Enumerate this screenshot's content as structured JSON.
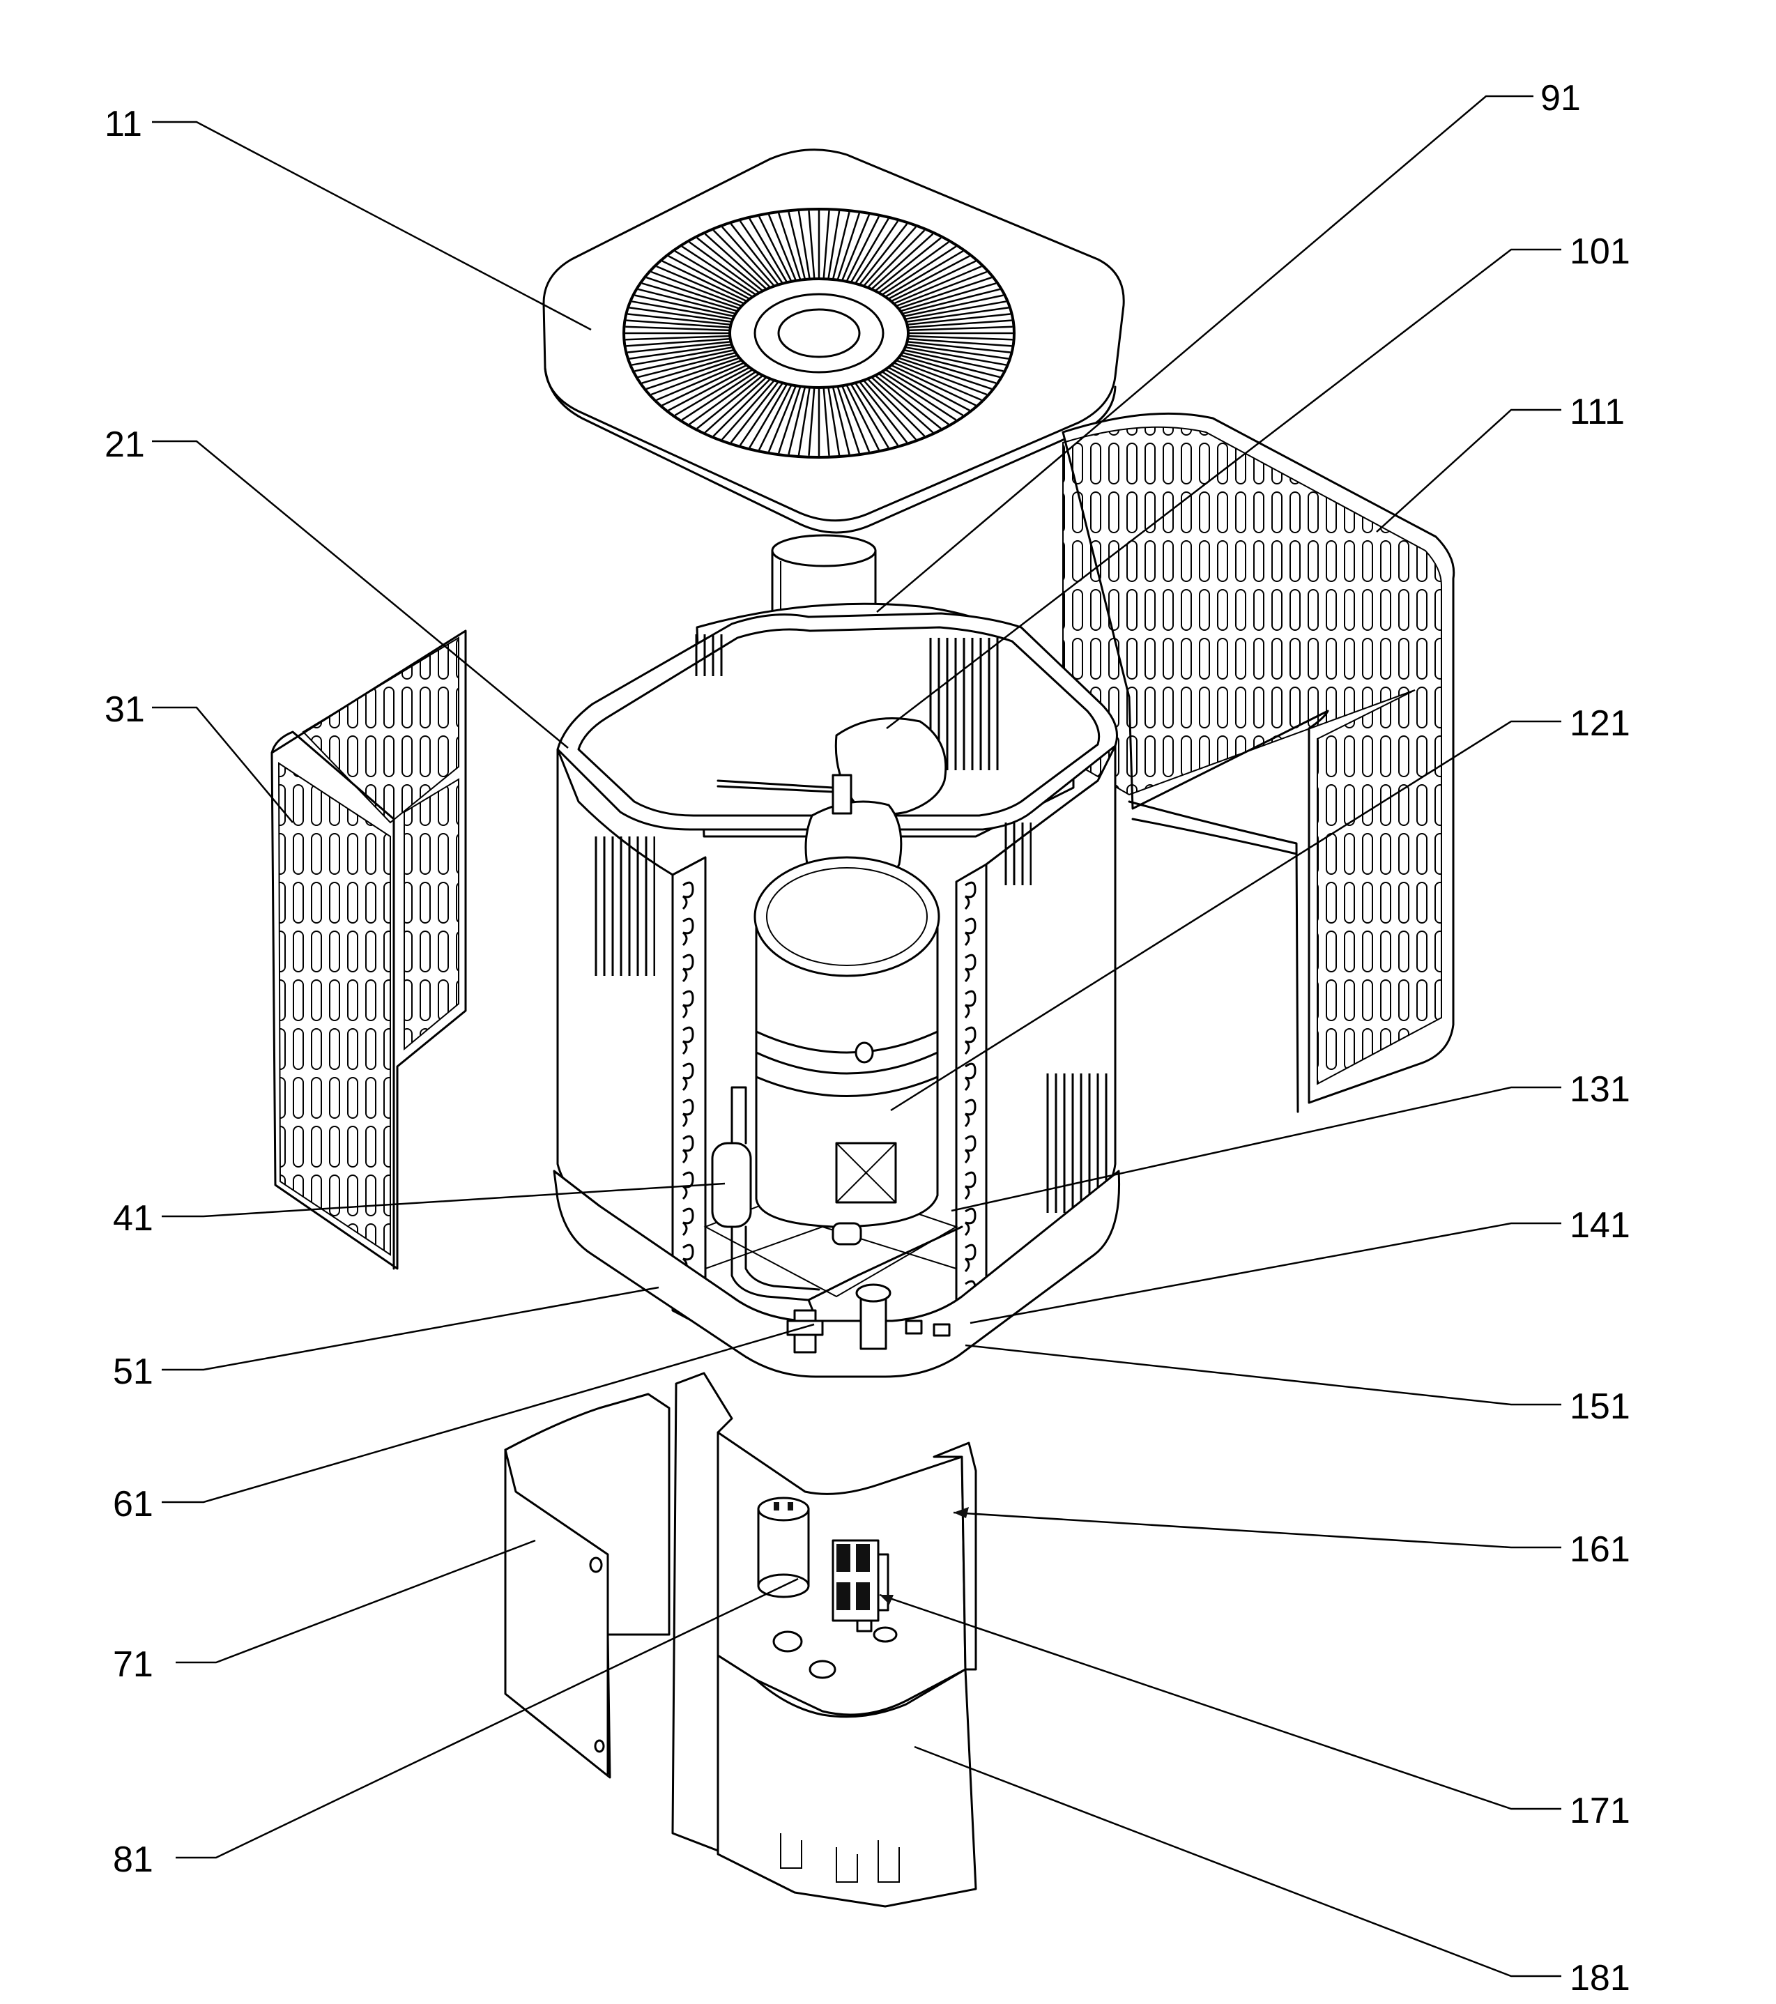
{
  "callouts": [
    {
      "id": "c11",
      "label": "11"
    },
    {
      "id": "c21",
      "label": "21"
    },
    {
      "id": "c31",
      "label": "31"
    },
    {
      "id": "c41",
      "label": "41"
    },
    {
      "id": "c51",
      "label": "51"
    },
    {
      "id": "c61",
      "label": "61"
    },
    {
      "id": "c71",
      "label": "71"
    },
    {
      "id": "c81",
      "label": "81"
    },
    {
      "id": "c91",
      "label": "91"
    },
    {
      "id": "c101",
      "label": "101"
    },
    {
      "id": "c111",
      "label": "111"
    },
    {
      "id": "c121",
      "label": "121"
    },
    {
      "id": "c131",
      "label": "131"
    },
    {
      "id": "c141",
      "label": "141"
    },
    {
      "id": "c151",
      "label": "151"
    },
    {
      "id": "c161",
      "label": "161"
    },
    {
      "id": "c171",
      "label": "171"
    },
    {
      "id": "c181",
      "label": "181"
    }
  ]
}
